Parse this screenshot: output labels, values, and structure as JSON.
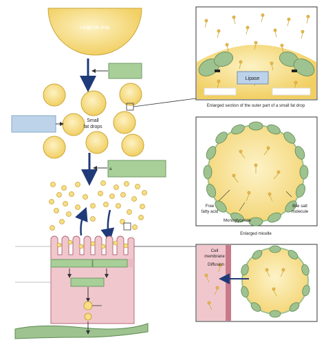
{
  "labels": {
    "large_fat_drop": "Large fat drop",
    "small_fat_drops_line1": "Small",
    "small_fat_drops_line2": "fat drops",
    "lipase": "Lipase",
    "enlarged_section_caption": "Enlarged section of the outer part of a small fat drop",
    "free_fatty_acid_line1": "Free",
    "free_fatty_acid_line2": "fatty acid",
    "bile_salt_molecule_line1": "Bile salt",
    "bile_salt_molecule_line2": "molecule",
    "monoglyceride": "Monoglyceride",
    "enlarged_micelle": "Enlarged micelle",
    "cell_membrane_line1": "Cell",
    "cell_membrane_line2": "membrane",
    "diffusion": "Diffusion",
    "step_a": "a"
  },
  "colors": {
    "fat_yellow": "#f5d878",
    "fat_outline": "#c9a536",
    "bile_green": "#9ec290",
    "label_box_green": "#a8cf98",
    "label_box_blue": "#bcd3ea",
    "cell_pink": "#f1c7ce",
    "arrow_navy": "#1f3a78",
    "connector_gray": "#333333"
  }
}
